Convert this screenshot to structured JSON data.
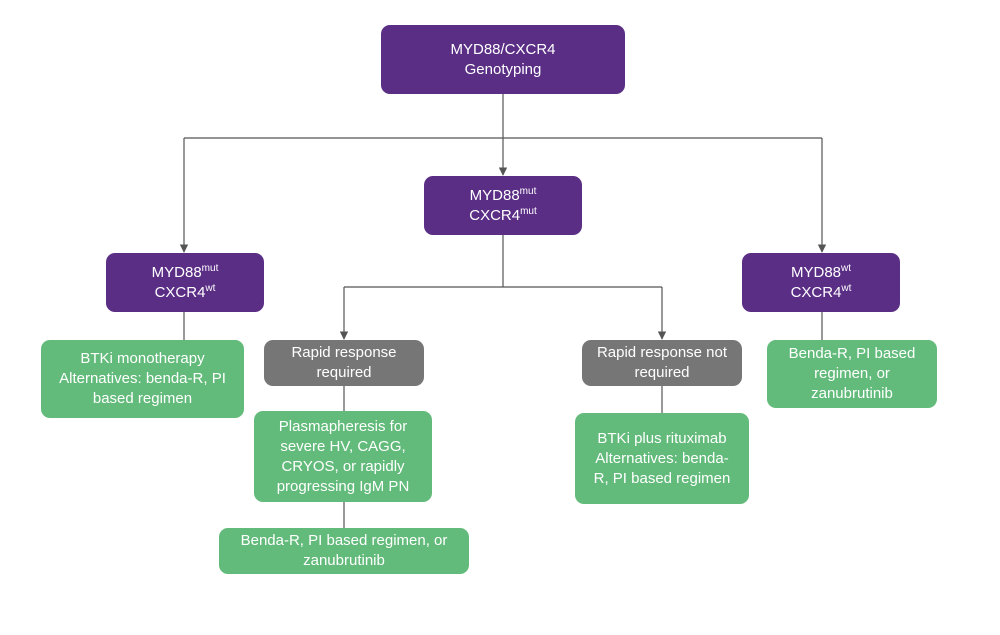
{
  "colors": {
    "genotype_node": "#5b2e86",
    "decision_node": "#767676",
    "treatment_node": "#62bb7a",
    "connector": "#555555",
    "text": "#ffffff"
  },
  "nodes": {
    "root": {
      "line1": "MYD88/CXCR4",
      "line2": "Genotyping"
    },
    "left": {
      "gene1": "MYD88",
      "gene1_status": "mut",
      "gene2": "CXCR4",
      "gene2_status": "wt"
    },
    "middle": {
      "gene1": "MYD88",
      "gene1_status": "mut",
      "gene2": "CXCR4",
      "gene2_status": "mut"
    },
    "right": {
      "gene1": "MYD88",
      "gene1_status": "wt",
      "gene2": "CXCR4",
      "gene2_status": "wt"
    },
    "left_treatment": {
      "line1": "BTKi monotherapy",
      "line2": "Alternatives: benda-R, PI",
      "line3": "based regimen"
    },
    "rapid_required": {
      "line1": "Rapid response",
      "line2": "required"
    },
    "rapid_not_required": {
      "line1": "Rapid response not",
      "line2": "required"
    },
    "right_treatment": {
      "line1": "Benda-R, PI based",
      "line2": "regimen, or",
      "line3": "zanubrutinib"
    },
    "plasmapheresis": {
      "line1": "Plasmapheresis for",
      "line2": "severe HV, CAGG,",
      "line3": "CRYOS, or rapidly",
      "line4": "progressing IgM PN"
    },
    "btki_rituximab": {
      "line1": "BTKi plus rituximab",
      "line2": "Alternatives: benda-",
      "line3": "R, PI based regimen"
    },
    "benda_bottom": {
      "line1": "Benda-R, PI based regimen, or",
      "line2": "zanubrutinib"
    }
  }
}
